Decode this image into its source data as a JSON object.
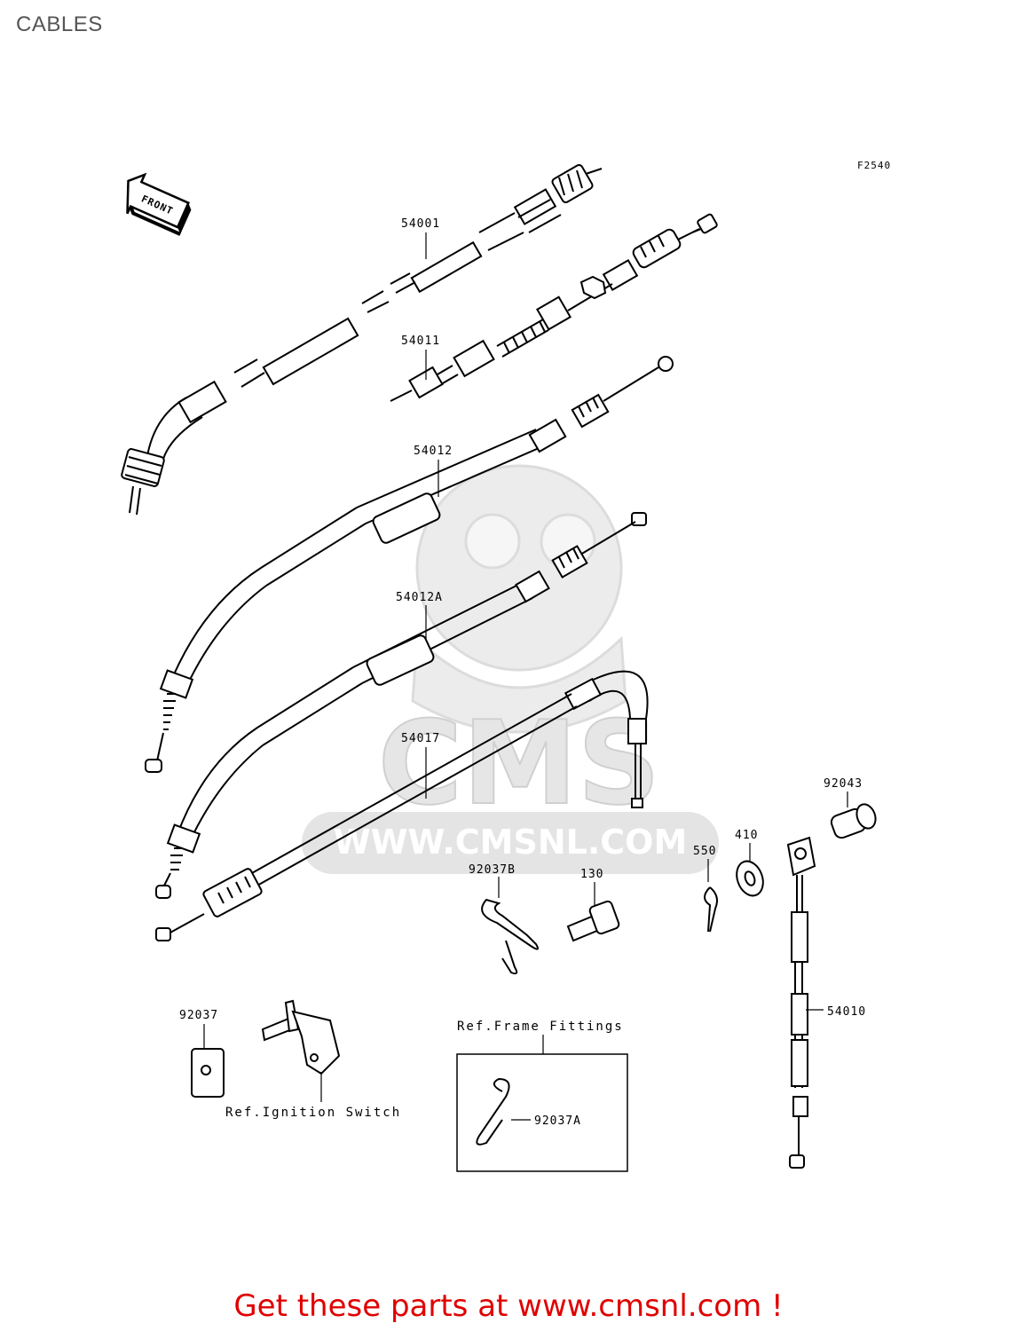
{
  "page": {
    "title": "CABLES",
    "figure_code": "F2540",
    "front_arrow_label": "FRONT"
  },
  "watermark": {
    "url": "WWW.CMSNL.COM",
    "brand": "CMS"
  },
  "parts": {
    "p54001": "54001",
    "p54011": "54011",
    "p54012": "54012",
    "p54012A": "54012A",
    "p54017": "54017",
    "p92043": "92043",
    "p410": "410",
    "p550": "550",
    "p92037B": "92037B",
    "p130": "130",
    "p54010": "54010",
    "p92037": "92037",
    "p92037A": "92037A"
  },
  "references": {
    "ignition_switch": "Ref.Ignition Switch",
    "frame_fittings": "Ref.Frame Fittings"
  },
  "footer": {
    "cta": "Get these parts at www.cmsnl.com !"
  },
  "colors": {
    "line": "#000000",
    "watermark": "#e6e6e6",
    "cta": "#e00000",
    "title": "#555555"
  }
}
